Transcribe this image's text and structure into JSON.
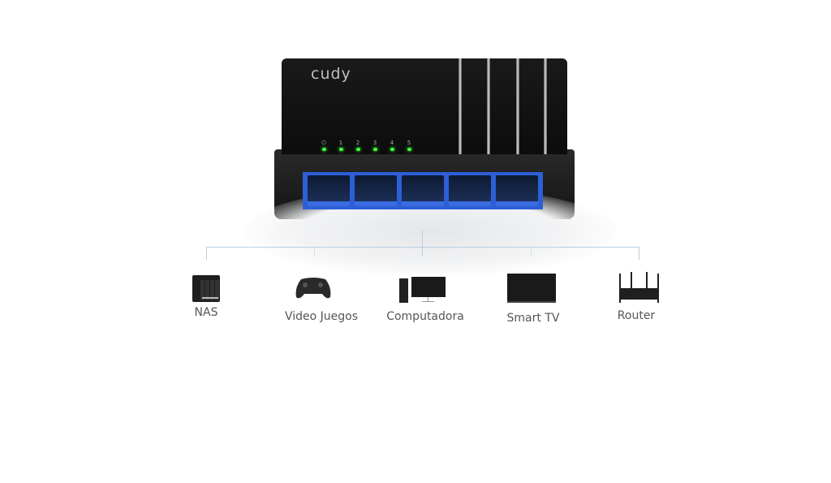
{
  "product": {
    "brand_logo": "cudy",
    "led_labels": [
      "⏻",
      "1",
      "2",
      "3",
      "4",
      "5"
    ],
    "port_count": 5
  },
  "devices": [
    {
      "label": "NAS",
      "icon": "nas-icon"
    },
    {
      "label": "Video Juegos",
      "icon": "gamepad-icon"
    },
    {
      "label": "Computadora",
      "icon": "computer-icon"
    },
    {
      "label": "Smart TV",
      "icon": "tv-icon"
    },
    {
      "label": "Router",
      "icon": "router-icon"
    }
  ],
  "colors": {
    "port_blue": "#2d5fd6",
    "led_green": "#3dff3d",
    "line": "#b9cfe0"
  }
}
